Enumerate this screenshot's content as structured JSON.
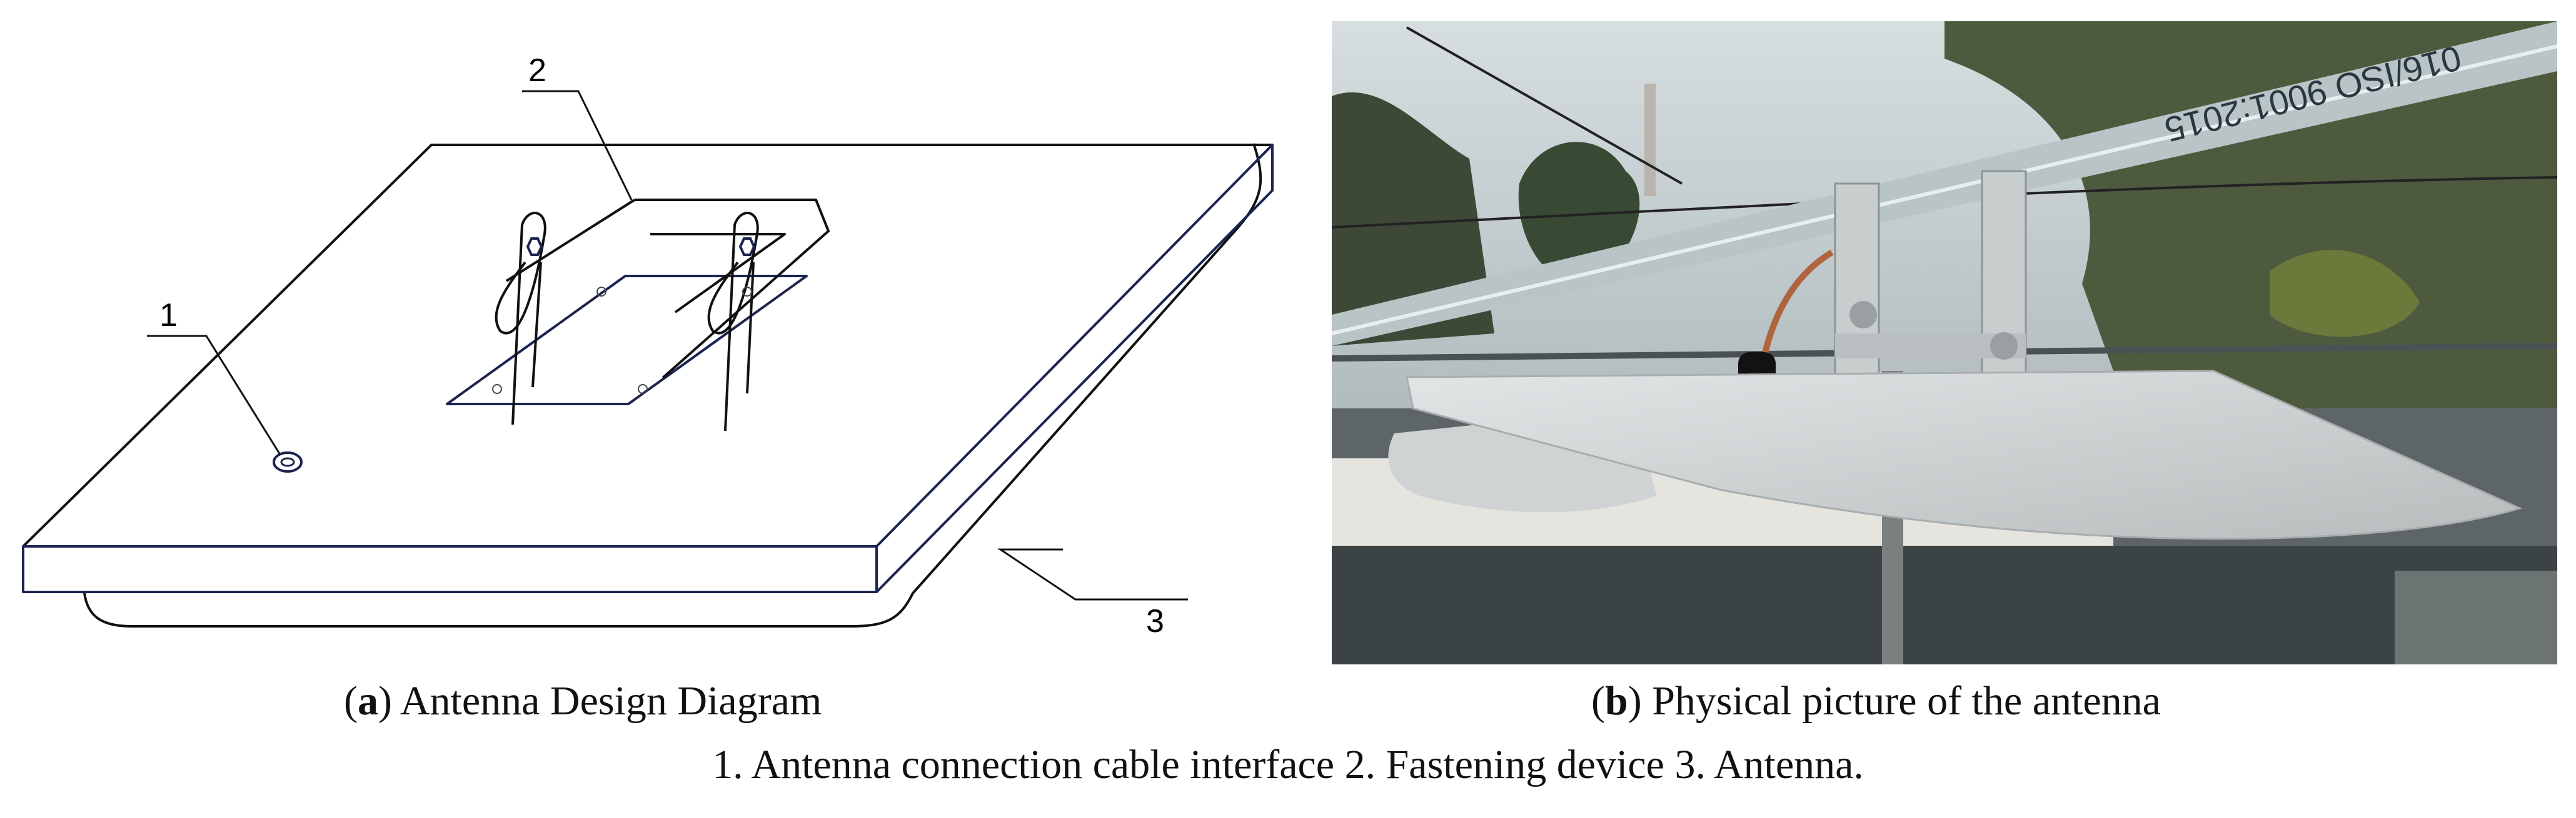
{
  "figure": {
    "panels": [
      {
        "id": "a",
        "letter": "a",
        "title": "Antenna Design Diagram",
        "callouts": [
          {
            "number": "1",
            "target": "antenna-connection-cable-interface"
          },
          {
            "number": "2",
            "target": "fastening-device"
          },
          {
            "number": "3",
            "target": "antenna"
          }
        ]
      },
      {
        "id": "b",
        "letter": "b",
        "title": "Physical picture of the antenna",
        "rail_marking": "016/ISO 9001:2015"
      }
    ],
    "caption": "1. Antenna connection cable interface 2. Fastening device 3. Antenna.",
    "colors": {
      "line": "#111111",
      "navy_line": "#1b2350",
      "sky": "#c9d3d6",
      "foliage": "#4d5a3e",
      "antenna_body": "#d7dadb",
      "rail": "#b9c4c6"
    }
  }
}
